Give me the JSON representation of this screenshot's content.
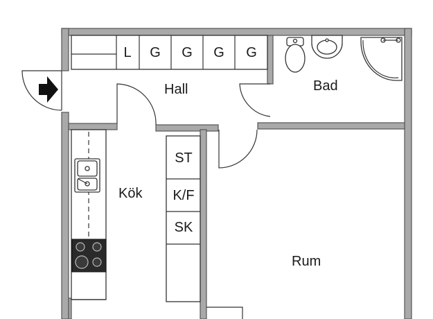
{
  "rooms": {
    "hall": "Hall",
    "bad": "Bad",
    "kok": "Kök",
    "rum": "Rum"
  },
  "wardrobe": [
    "L",
    "G",
    "G",
    "G",
    "G"
  ],
  "storage": [
    "ST",
    "K/F",
    "SK"
  ],
  "entrance_symbol": "entrance-arrow-icon"
}
